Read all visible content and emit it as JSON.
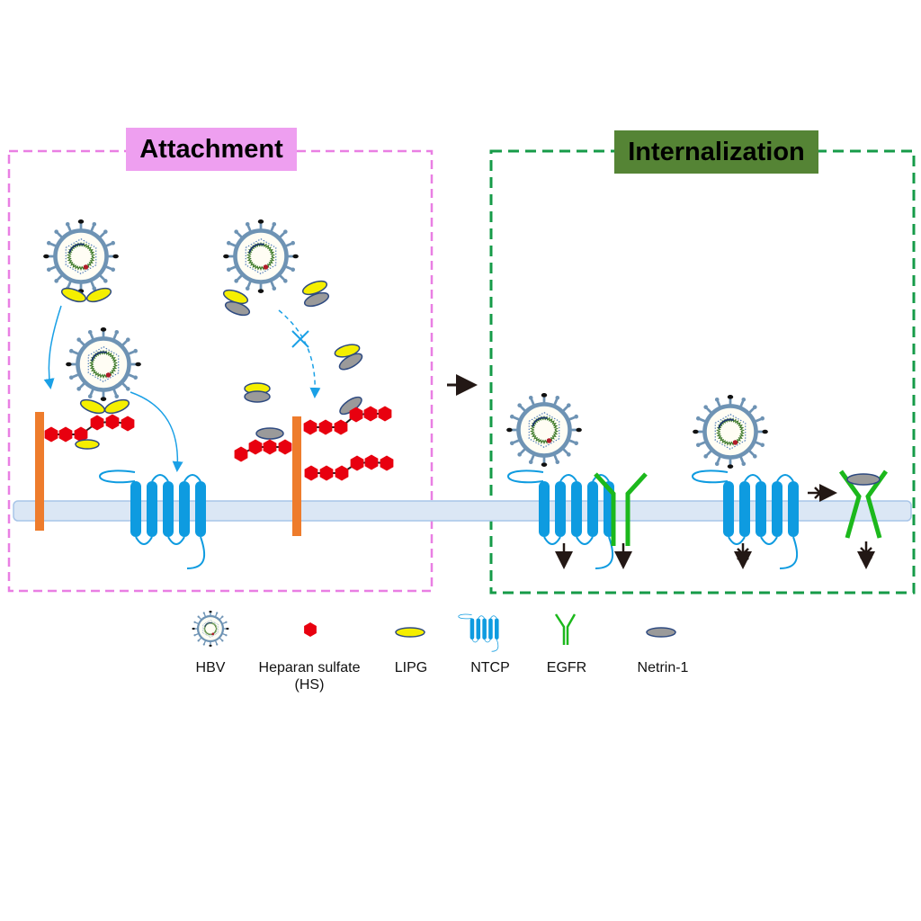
{
  "panels": {
    "attachment": {
      "title": "Attachment",
      "color": "#e97fe3",
      "title_bg": "#ee9ff0"
    },
    "internalization": {
      "title": "Internalization",
      "color": "#169b48",
      "title_bg": "#558435"
    }
  },
  "legend": [
    {
      "key": "hbv",
      "label": "HBV"
    },
    {
      "key": "hs",
      "label": "Heparan sulfate",
      "sublabel": "(HS)"
    },
    {
      "key": "lipg",
      "label": "LIPG"
    },
    {
      "key": "ntcp",
      "label": "NTCP"
    },
    {
      "key": "egfr",
      "label": "EGFR"
    },
    {
      "key": "netrin",
      "label": "Netrin-1"
    }
  ],
  "colors": {
    "membrane_fill": "#dbe7f5",
    "membrane_stroke": "#a8c5e8",
    "ntcp": "#0e9be0",
    "egfr": "#1cb81c",
    "hs": "#e8000f",
    "lipg": "#f5ef00",
    "netrin": "#9a9a9a",
    "core_proteoglycan": "#ee7c2c",
    "virus": "#6e93b4",
    "arrow_blue": "#1aa0e6",
    "arrow_black": "#231815"
  }
}
